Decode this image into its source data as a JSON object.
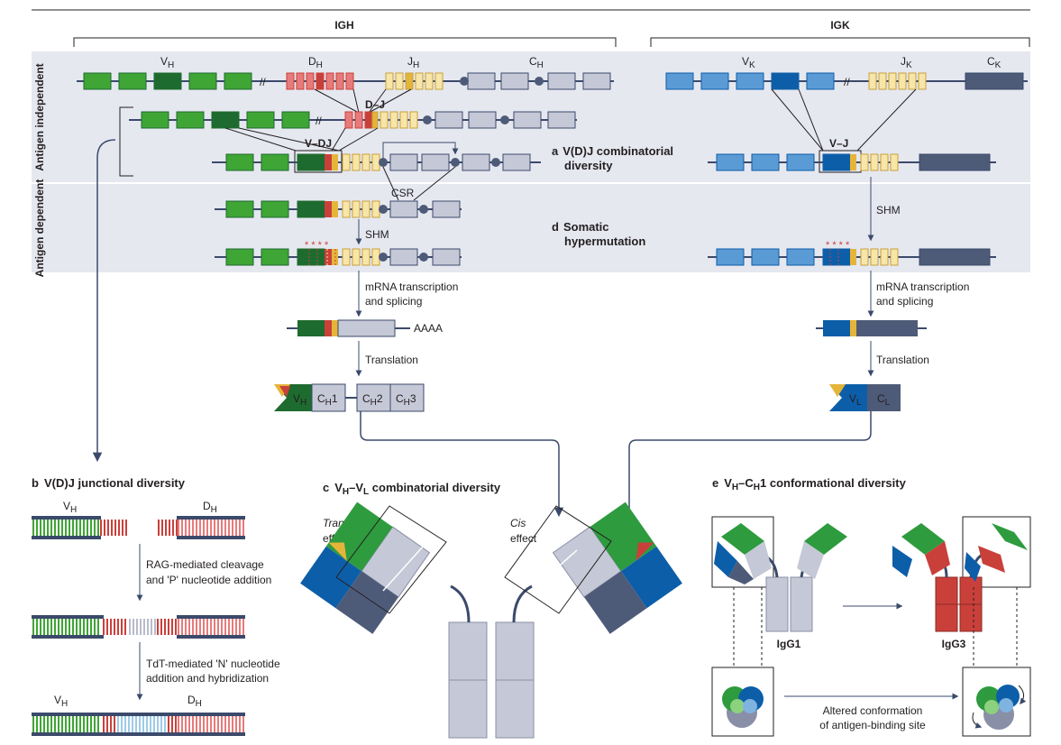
{
  "loci": {
    "igh": "IGH",
    "igk": "IGK"
  },
  "sides": {
    "independent": "Antigen independent",
    "dependent": "Antigen dependent"
  },
  "segments": {
    "vh": "V",
    "vh_sub": "H",
    "dh": "D",
    "dh_sub": "H",
    "jh": "J",
    "jh_sub": "H",
    "ch": "C",
    "ch_sub": "H",
    "vk": "V",
    "vk_sub": "K",
    "jk": "J",
    "jk_sub": "K",
    "ck": "C",
    "ck_sub": "K"
  },
  "steps": {
    "dj": "D–J",
    "vdj": "V–DJ",
    "vj": "V–J",
    "csr": "CSR",
    "shm_h": "SHM",
    "shm_k": "SHM",
    "mrna_h_1": "mRNA transcription",
    "mrna_h_2": "and splicing",
    "mrna_k_1": "mRNA transcription",
    "mrna_k_2": "and splicing",
    "polya": "AAAA",
    "translation_h": "Translation",
    "translation_k": "Translation"
  },
  "protein": {
    "vh": "V",
    "vh_sub": "H",
    "ch1": "C",
    "ch1_sub": "H",
    "ch1_n": "1",
    "ch2": "C",
    "ch2_sub": "H",
    "ch2_n": "2",
    "ch3": "C",
    "ch3_sub": "H",
    "ch3_n": "3",
    "vl": "V",
    "vl_sub": "L",
    "cl": "C",
    "cl_sub": "L"
  },
  "panel_a": {
    "letter": "a",
    "title_1": "V(D)J combinatorial",
    "title_2": "diversity"
  },
  "panel_d": {
    "letter": "d",
    "title_1": "Somatic",
    "title_2": "hypermutation"
  },
  "panel_b": {
    "letter": "b",
    "title": "V(D)J junctional diversity",
    "vh": "V",
    "vh_sub": "H",
    "dh": "D",
    "dh_sub": "H",
    "step1_1": "RAG-mediated cleavage",
    "step1_2": "and 'P' nucleotide addition",
    "step2_1": "TdT-mediated 'N' nucleotide",
    "step2_2": "addition and hybridization",
    "vh2": "V",
    "vh2_sub": "H",
    "dh2": "D",
    "dh2_sub": "H"
  },
  "panel_c": {
    "letter": "c",
    "title_a": "V",
    "title_a_sub": "H",
    "title_b": "–V",
    "title_b_sub": "L",
    "title_c": " combinatorial diversity",
    "trans_1": "Trans",
    "trans_2": "effect",
    "cis_1": "Cis",
    "cis_2": "effect"
  },
  "panel_e": {
    "letter": "e",
    "title_a": "V",
    "title_a_sub": "H",
    "title_b": "–C",
    "title_b_sub": "H",
    "title_c": "1 conformational diversity",
    "igg1": "IgG1",
    "igg3": "IgG3",
    "altered_1": "Altered conformation",
    "altered_2": "of antigen-binding site"
  },
  "colors": {
    "vh": "#3fa535",
    "vh_dark": "#1e6b2f",
    "dh": "#e77b7b",
    "dh_dark": "#c9403a",
    "jh": "#f7e6a8",
    "jh_dark": "#e5b53a",
    "ch": "#c5c8d6",
    "vk": "#5b9bd5",
    "vk_dark": "#0d5ea8",
    "ck": "#4e5b78",
    "band": "#e6e8f0",
    "line": "#3b4a6b"
  }
}
